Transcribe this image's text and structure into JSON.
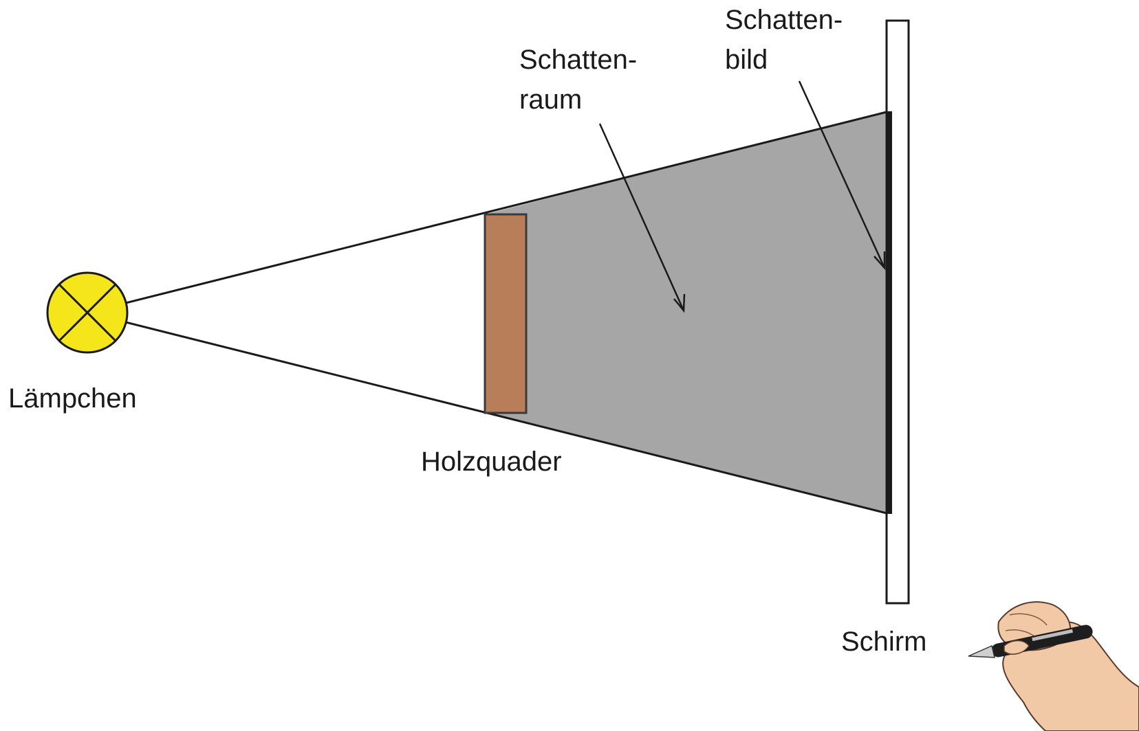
{
  "labels": {
    "lamp": "Lämpchen",
    "block": "Holzquader",
    "shadow_space": [
      "Schatten-",
      "raum"
    ],
    "shadow_image": [
      "Schatten-",
      "bild"
    ],
    "screen": "Schirm"
  },
  "colors": {
    "background": "#ffffff",
    "lamp_fill": "#f5e51b",
    "block_fill": "#b87d59",
    "shadow_fill": "#a6a6a6",
    "line": "#1a1a1a"
  },
  "icons": {
    "lamp": "light-bulb-symbol",
    "hand": "hand-with-pen"
  }
}
